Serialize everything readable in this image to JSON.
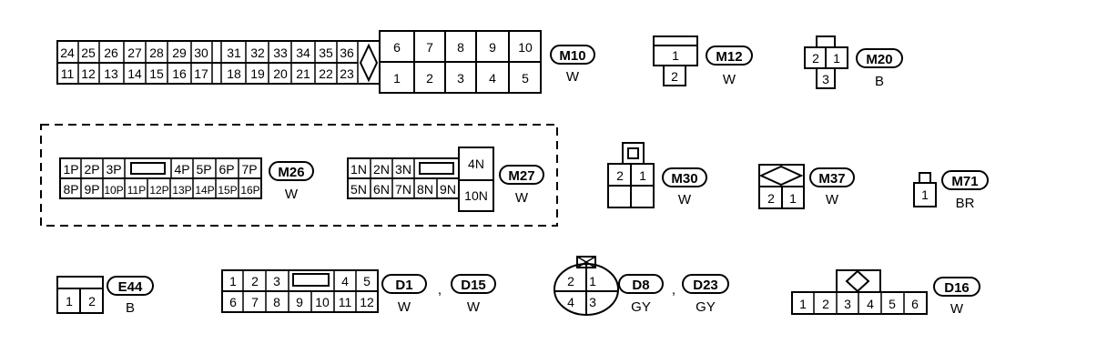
{
  "connectors": {
    "m10": {
      "id": "M10",
      "color": "W",
      "top_left": [
        "24",
        "25",
        "26",
        "27",
        "28",
        "29",
        "30"
      ],
      "bot_left": [
        "11",
        "12",
        "13",
        "14",
        "15",
        "16",
        "17"
      ],
      "top_mid": [
        "31",
        "32",
        "33",
        "34",
        "35",
        "36"
      ],
      "bot_mid": [
        "18",
        "19",
        "20",
        "21",
        "22",
        "23"
      ],
      "top_right": [
        "6",
        "7",
        "8",
        "9",
        "10"
      ],
      "bot_right": [
        "1",
        "2",
        "3",
        "4",
        "5"
      ]
    },
    "m12": {
      "id": "M12",
      "color": "W",
      "pins": [
        "1",
        "2"
      ]
    },
    "m20": {
      "id": "M20",
      "color": "B",
      "pins": [
        "2",
        "1",
        "3"
      ]
    },
    "m26": {
      "id": "M26",
      "color": "W",
      "top": [
        "1P",
        "2P",
        "3P",
        "4P",
        "5P",
        "6P",
        "7P"
      ],
      "bot": [
        "8P",
        "9P",
        "10P",
        "11P",
        "12P",
        "13P",
        "14P",
        "15P",
        "16P"
      ]
    },
    "m27": {
      "id": "M27",
      "color": "W",
      "top": [
        "1N",
        "2N",
        "3N"
      ],
      "bot": [
        "5N",
        "6N",
        "7N",
        "8N",
        "9N"
      ],
      "right": [
        "4N",
        "10N"
      ]
    },
    "m30": {
      "id": "M30",
      "color": "W",
      "pins": [
        "2",
        "1"
      ]
    },
    "m37": {
      "id": "M37",
      "color": "W",
      "pins": [
        "2",
        "1"
      ]
    },
    "m71": {
      "id": "M71",
      "color": "BR",
      "pins": [
        "1"
      ]
    },
    "e44": {
      "id": "E44",
      "color": "B",
      "pins": [
        "1",
        "2"
      ]
    },
    "d1": {
      "id": "D1",
      "alt_id": "D15",
      "color": "W",
      "alt_color": "W",
      "separator": ",",
      "top": [
        "1",
        "2",
        "3",
        "4",
        "5"
      ],
      "bot": [
        "6",
        "7",
        "8",
        "9",
        "10",
        "11",
        "12"
      ]
    },
    "d8": {
      "id": "D8",
      "alt_id": "D23",
      "color": "GY",
      "alt_color": "GY",
      "separator": ",",
      "pins": [
        "2",
        "1",
        "4",
        "3"
      ]
    },
    "d16": {
      "id": "D16",
      "color": "W",
      "pins": [
        "1",
        "2",
        "3",
        "4",
        "5",
        "6"
      ]
    }
  }
}
